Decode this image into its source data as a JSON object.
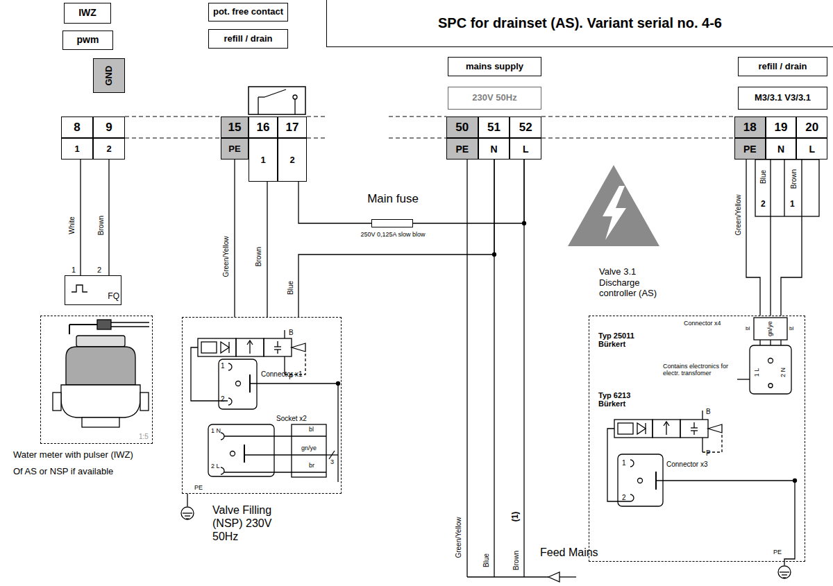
{
  "diagram": {
    "title": "SPC for drainset (AS). Variant serial no. 4-6",
    "nodes": [
      {
        "text": [
          "IWZ"
        ]
      },
      {
        "text": [
          "pwm"
        ]
      },
      {
        "text": [
          "GND"
        ]
      },
      {
        "text": [
          "8",
          "9",
          "1",
          "2"
        ]
      },
      {
        "text": [
          "pot. free contact"
        ]
      },
      {
        "text": [
          "refill / drain"
        ]
      },
      {
        "text": [
          "15",
          "16",
          "17",
          "PE",
          "1",
          "2"
        ]
      },
      {
        "text": [
          "mains supply"
        ]
      },
      {
        "text": [
          "230V 50Hz"
        ]
      },
      {
        "text": [
          "50",
          "51",
          "52",
          "PE",
          "N",
          "L"
        ]
      },
      {
        "text": [
          "refill / drain"
        ]
      },
      {
        "text": [
          "M3/3.1 V3/3.1"
        ]
      },
      {
        "text": [
          "18",
          "19",
          "20",
          "PE",
          "N",
          "L"
        ]
      },
      {
        "text": [
          "Main fuse",
          "250V 0,125A slow blow"
        ]
      },
      {
        "text": [
          "FQ"
        ]
      },
      {
        "text": [
          "Water meter with pulser (IWZ)",
          "Of AS or NSP if available"
        ]
      },
      {
        "text": [
          "Valve Filling (NSP) 230V 50Hz"
        ]
      },
      {
        "text": [
          "Valve 3.1 Discharge controller (AS)"
        ]
      }
    ],
    "edges": [
      {
        "from": 3,
        "to": 14,
        "label": "White",
        "arrow": "none"
      },
      {
        "from": 3,
        "to": 14,
        "label": "Brown",
        "arrow": "none"
      },
      {
        "from": 6,
        "to": 16,
        "label": "Green/Yellow",
        "arrow": "none"
      },
      {
        "from": 6,
        "to": 16,
        "label": "Brown",
        "arrow": "none"
      },
      {
        "from": 16,
        "to": 9,
        "label": "Blue",
        "arrow": "none"
      },
      {
        "from": 6,
        "to": 13,
        "arrow": "none"
      },
      {
        "from": 13,
        "to": 9,
        "arrow": "none"
      },
      {
        "from": 12,
        "to": 17,
        "label": "Green/Yellow",
        "arrow": "none"
      },
      {
        "from": 12,
        "to": 17,
        "label": "Blue",
        "arrow": "none"
      },
      {
        "from": 12,
        "to": 17,
        "label": "Brown",
        "arrow": "none"
      }
    ],
    "labels": [
      "1",
      "2",
      "1:5",
      "Connector x1",
      "B",
      "P",
      "1",
      "2",
      "Socket x2",
      "bl",
      "1 N",
      "gn/ye",
      "br",
      "2 L",
      "3",
      "PE",
      "Green/Yellow",
      "Blue",
      "Brown",
      "(1)",
      "Feed Mains",
      "2",
      "1",
      "Connector x4",
      "bl",
      "bl",
      "gn/ye",
      "Typ 25011 Bürkert",
      "Contains electronics for electr. transfomer",
      "1 L",
      "2 N",
      "Typ 6213 Bürkert",
      "B",
      "P",
      "1",
      "2",
      "Connector x3",
      "PE"
    ]
  }
}
